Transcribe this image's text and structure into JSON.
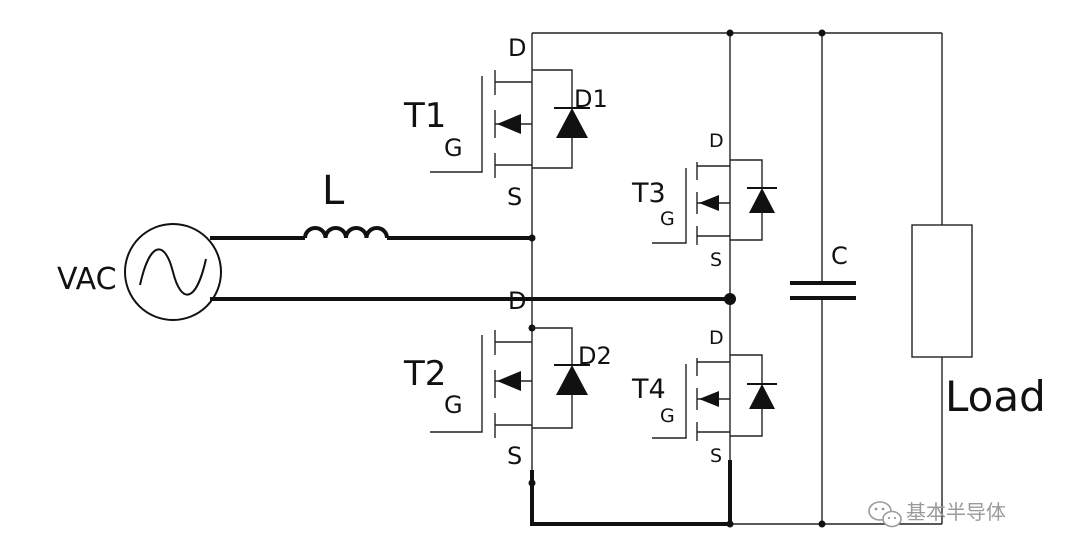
{
  "source": {
    "label": "VAC"
  },
  "inductor": {
    "label": "L"
  },
  "capacitor": {
    "label": "C"
  },
  "load": {
    "label": "Load"
  },
  "transistors": [
    {
      "name": "T1",
      "gate": "G",
      "drain": "D",
      "source": "S",
      "diode": "D1"
    },
    {
      "name": "T2",
      "gate": "G",
      "drain": "D",
      "source": "S",
      "diode": "D2"
    },
    {
      "name": "T3",
      "gate": "G",
      "drain": "D",
      "source": "S"
    },
    {
      "name": "T4",
      "gate": "G",
      "drain": "D",
      "source": "S"
    }
  ],
  "watermark": {
    "text": "基本半导体",
    "icon": "wechat-icon"
  },
  "colors": {
    "line": "#111111",
    "watermark": "#9a9a9a"
  }
}
